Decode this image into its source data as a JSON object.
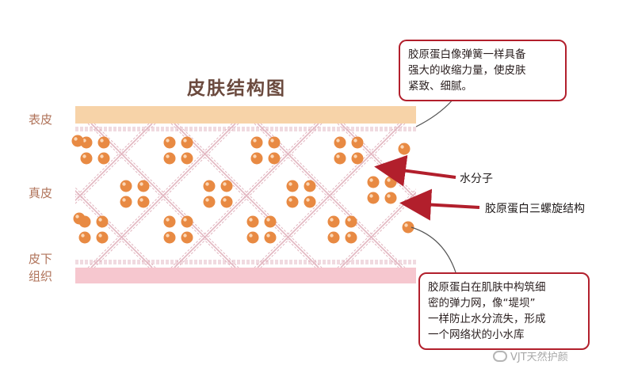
{
  "title": "皮肤结构图",
  "layers": {
    "epidermis": "表皮",
    "dermis": "真皮",
    "subcutaneous_line1": "皮下",
    "subcutaneous_line2": "组织"
  },
  "callouts": {
    "top": [
      "胶原蛋白像弹簧一样具备",
      "强大的收缩力量，使皮肤",
      "紧致、细腻。"
    ],
    "bottom": [
      "胶原蛋白在肌肤中构筑细",
      "密的弹力网，像“堤坝”",
      "一样防止水分流失，形成",
      "一个网络状的小水库"
    ]
  },
  "arrow_labels": {
    "water": "水分子",
    "collagen_helix": "胶原蛋白三螺旋结构"
  },
  "watermark": {
    "text": "VJT天然护颜"
  },
  "colors": {
    "epidermis_band": "#f7d3a8",
    "subcutaneous_band": "#f6c7cf",
    "mesh": "#e2b6c0",
    "molecule": "#e88a43",
    "arrow": "#b21f2c",
    "label": "#b0735a"
  }
}
